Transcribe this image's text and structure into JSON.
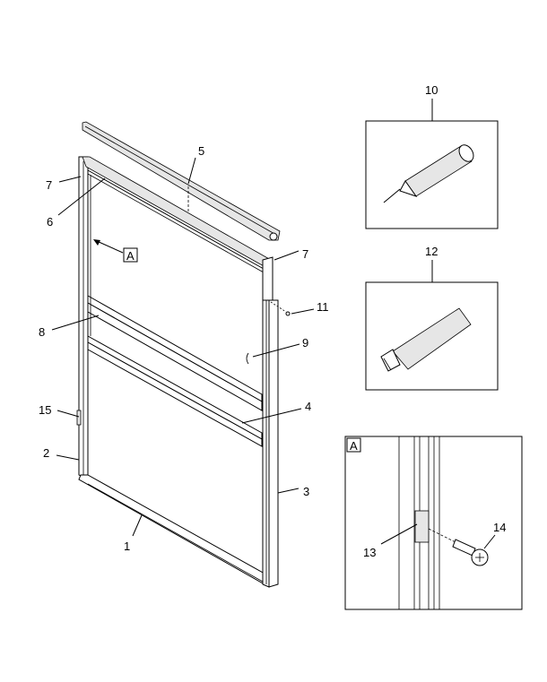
{
  "callouts": {
    "c1": "1",
    "c2": "2",
    "c3": "3",
    "c4": "4",
    "c5": "5",
    "c6": "6",
    "c7a": "7",
    "c7b": "7",
    "c8": "8",
    "c9": "9",
    "c10": "10",
    "c11": "11",
    "c12": "12",
    "c13": "13",
    "c14": "14",
    "c15": "15"
  },
  "detail_ref": "A",
  "detail_title": "A"
}
